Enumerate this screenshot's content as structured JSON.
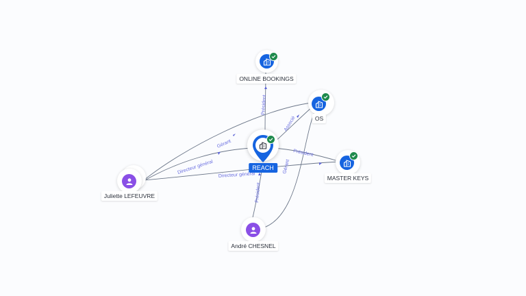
{
  "nodes": {
    "reach": {
      "label": "REACH",
      "type": "company",
      "verified": true
    },
    "online_bookings": {
      "label": "ONLINE BOOKINGS",
      "type": "company",
      "verified": true
    },
    "os": {
      "label": "OS",
      "type": "company",
      "verified": true
    },
    "master_keys": {
      "label": "MASTER KEYS",
      "type": "company",
      "verified": true
    },
    "juliette": {
      "label": "Juliette LEFEUVRE",
      "type": "person"
    },
    "andre": {
      "label": "André CHESNEL",
      "type": "person"
    }
  },
  "edges": {
    "reach_online": {
      "label": "Président"
    },
    "reach_os": {
      "label": "Associé"
    },
    "reach_master": {
      "label": "Président"
    },
    "juliette_os": {
      "label": "Gérant"
    },
    "juliette_reach": {
      "label": "Directeur général"
    },
    "juliette_master": {
      "label": "Directeur général"
    },
    "andre_reach": {
      "label": "Président"
    },
    "andre_os": {
      "label": "Gérant"
    }
  },
  "colors": {
    "company": "#1664e0",
    "person": "#8a4fe6",
    "verified": "#1e8a4c",
    "edge_label": "#6a6fe0"
  },
  "icons": {
    "company": "building-icon",
    "person": "user-icon",
    "verified": "check-badge-icon"
  }
}
